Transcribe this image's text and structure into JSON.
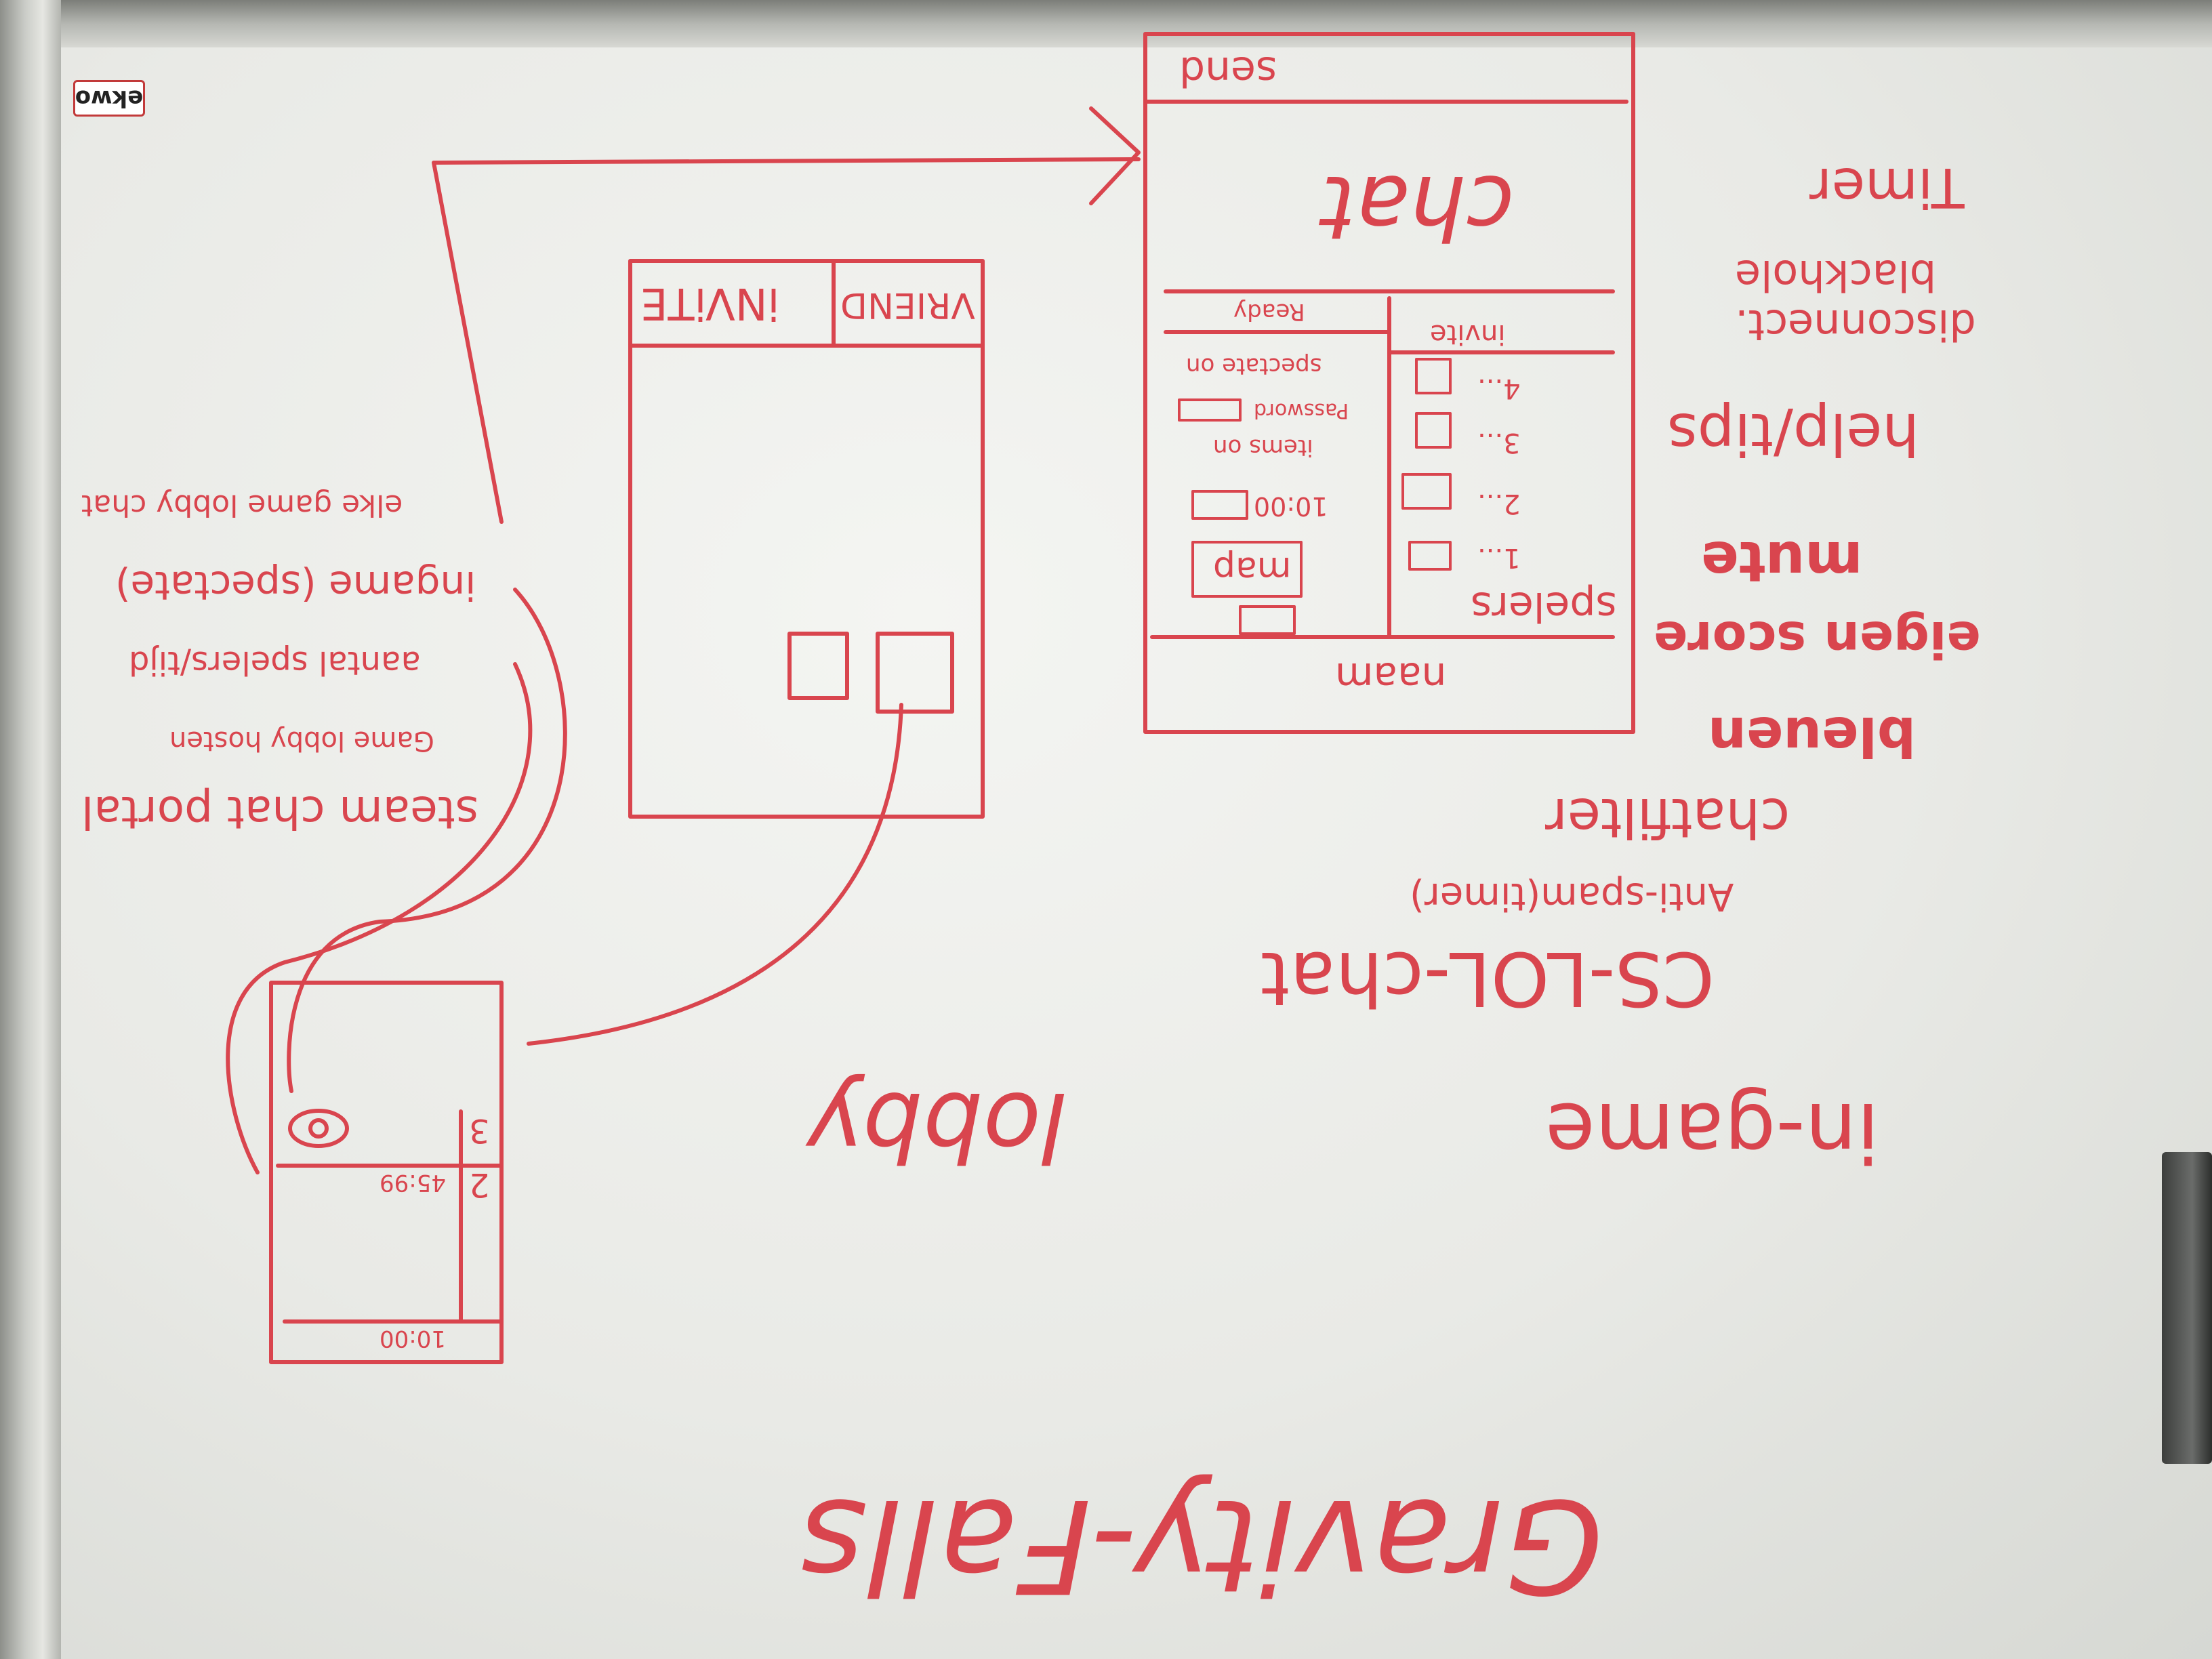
{
  "logo": "ekwo",
  "title": "Gravity-Falls",
  "lobby_label": "lobby",
  "features": [
    "in-game",
    "CS-LOL-chat",
    "Anti-spam(timer)",
    "chatfilter",
    "bleuen",
    "eigen score",
    "mute",
    "help/tips",
    "disconnect. blackhole",
    "Timer"
  ],
  "chat_ideas": [
    "steam chat portal",
    "Game lobby hosten",
    "aantal spelers/tijd",
    "ingame (spectate)",
    "elke game lobby chat"
  ],
  "friends_window": {
    "tab_friends": "VRIEND",
    "tab_invite": "iNViTE"
  },
  "lobby_window": {
    "send": "send",
    "chat": "chat",
    "invite": "invite",
    "ready": "Ready",
    "players_heading": "spelers",
    "player_numbers": [
      "1...",
      "2...",
      "3...",
      "4..."
    ],
    "spectate": "spectate on",
    "password": "Password",
    "items": "items on",
    "time": "10:00",
    "map": "map",
    "name": "naam"
  },
  "ingame_window": {
    "time": "10:00",
    "score": "45:99",
    "row2": "2",
    "row3": "3"
  }
}
